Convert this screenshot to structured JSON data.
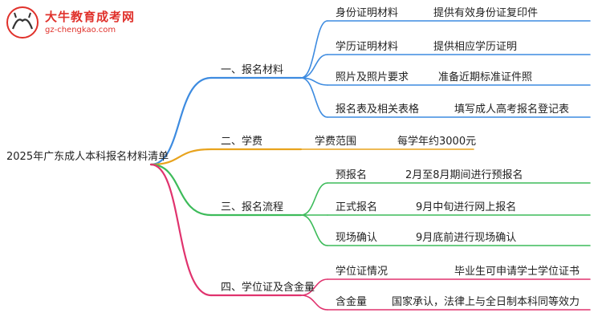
{
  "logo": {
    "name": "大牛教育成考网",
    "url": "gz-chengkao.com"
  },
  "root": "2025年广东成人本科报名材料清单",
  "colors": {
    "blue": "#3d8be0",
    "orange": "#e8a31d",
    "green": "#3dbb5a",
    "magenta": "#e0336e",
    "logo_red": "#e0312b"
  },
  "branches": [
    {
      "label": "一、报名材料",
      "color": "blue",
      "children": [
        {
          "label": "身份证明材料",
          "value": "提供有效身份证复印件"
        },
        {
          "label": "学历证明材料",
          "value": "提供相应学历证明"
        },
        {
          "label": "照片及照片要求",
          "value": "准备近期标准证件照"
        },
        {
          "label": "报名表及相关表格",
          "value": "填写成人高考报名登记表"
        }
      ]
    },
    {
      "label": "二、学费",
      "color": "orange",
      "children": [
        {
          "label": "学费范围",
          "value": "每学年约3000元"
        }
      ]
    },
    {
      "label": "三、报名流程",
      "color": "green",
      "children": [
        {
          "label": "预报名",
          "value": "2月至8月期间进行预报名"
        },
        {
          "label": "正式报名",
          "value": "9月中旬进行网上报名"
        },
        {
          "label": "现场确认",
          "value": "9月底前进行现场确认"
        }
      ]
    },
    {
      "label": "四、学位证及含金量",
      "color": "magenta",
      "children": [
        {
          "label": "学位证情况",
          "value": "毕业生可申请学士学位证书"
        },
        {
          "label": "含金量",
          "value": "国家承认，法律上与全日制本科同等效力"
        }
      ]
    }
  ]
}
